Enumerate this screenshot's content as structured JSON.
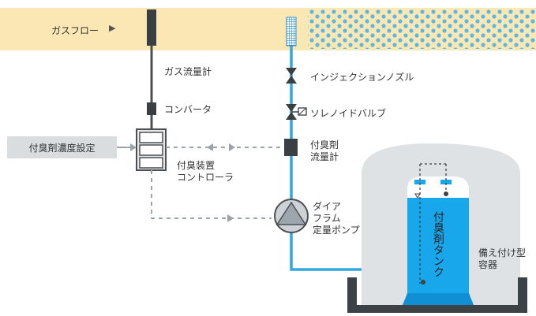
{
  "labels": {
    "gas_flow": "ガスフロー",
    "gas_flow_meter": "ガス流量計",
    "converter": "コンバータ",
    "odorant_setting": "付臭剤濃度設定",
    "controller": "付臭装置\nコントローラ",
    "injection_nozzle": "インジェクションノズル",
    "solenoid_valve": "ソレノイドバルブ",
    "odorant_flow_meter": "付臭剤\n流量計",
    "pump": "ダイア\nフラム\n定量ポンプ",
    "tank": "付臭剤タンク",
    "container": "備え付け型\n容器"
  },
  "icons": {
    "gas_flow_arrow": "play-arrow-icon",
    "injection_valve": "bowtie-valve-icon",
    "solenoid_valve": "bowtie-valve-icon",
    "pump": "pump-icon"
  },
  "colors": {
    "gas_band": "#fbe7b3",
    "bubbles": "#5ab8e6",
    "pipe_gray": "#4b4f53",
    "pipe_blue": "#2fa9e1",
    "signal_dashed": "#9aa3aa",
    "tank_liquid": "#19a7ec",
    "container_fill": "#dfe2e5",
    "base_dark": "#3c4246"
  }
}
